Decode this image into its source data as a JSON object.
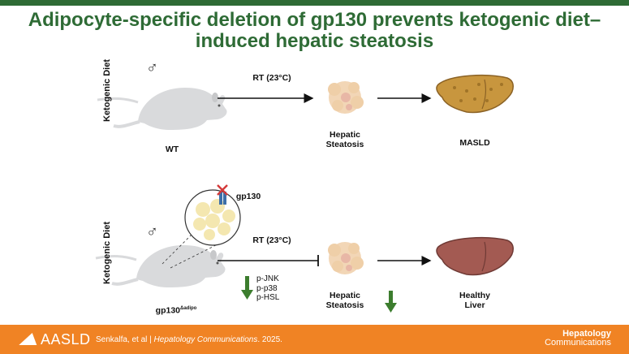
{
  "title": "Adipocyte-specific deletion of gp130 prevents ketogenic diet–induced hepatic steatosis",
  "top_row": {
    "diet": "Ketogenic Diet",
    "sex": "♂",
    "mouse": "WT",
    "condition": "RT (23°C)",
    "stage": "Hepatic Steatosis",
    "outcome": "MASLD"
  },
  "bottom_row": {
    "diet": "Ketogenic Diet",
    "sex": "♂",
    "mouse_base": "gp130",
    "mouse_sup": "Δadipo",
    "receptor": "gp130",
    "condition": "RT (23°C)",
    "signaling": [
      "p-JNK",
      "p-p38",
      "p-HSL"
    ],
    "stage": "Hepatic Steatosis",
    "outcome": "Healthy Liver"
  },
  "footer": {
    "brand": "AASLD",
    "citation_authors": "Senkalfa, et al",
    "citation_journal": "Hepatology Communications",
    "citation_year": ". 2025.",
    "journal_line1": "Hepatology",
    "journal_line2": "Communications"
  },
  "colors": {
    "green": "#2e6b35",
    "orange": "#f08324",
    "mouse": "#d9dadc",
    "fatty_liver": "#c8963e",
    "healthy_liver": "#a35a52"
  }
}
